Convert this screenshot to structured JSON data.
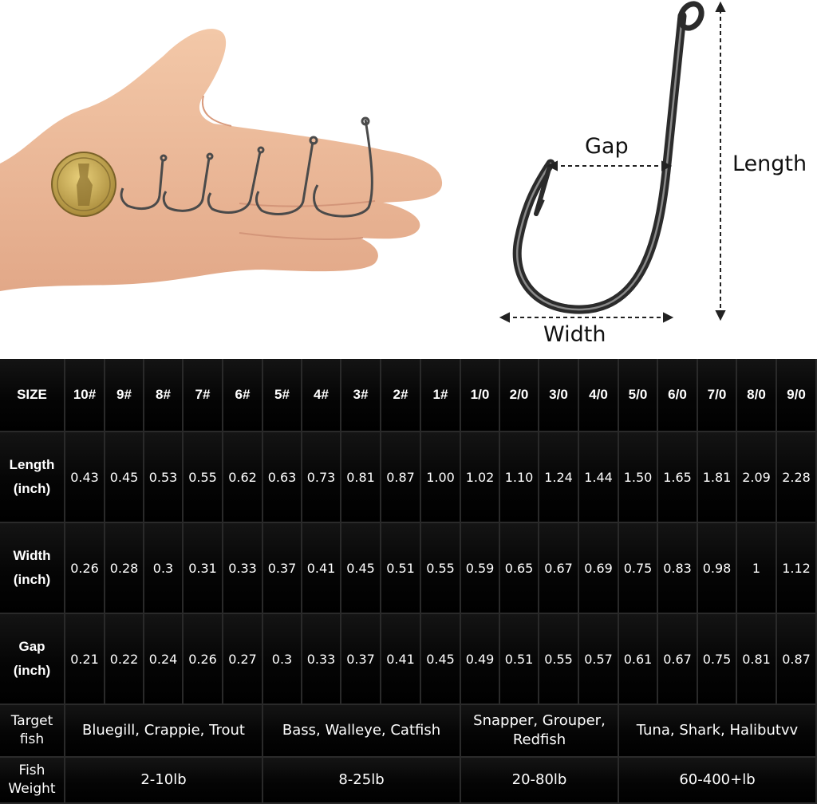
{
  "diagram": {
    "gap_label": "Gap",
    "length_label": "Length",
    "width_label": "Width"
  },
  "table": {
    "size_header": "SIZE",
    "sizes": [
      "10#",
      "9#",
      "8#",
      "7#",
      "6#",
      "5#",
      "4#",
      "3#",
      "2#",
      "1#",
      "1/0",
      "2/0",
      "3/0",
      "4/0",
      "5/0",
      "6/0",
      "7/0",
      "8/0",
      "9/0"
    ],
    "rows": [
      {
        "label1": "Length",
        "label2": "(inch)",
        "values": [
          "0.43",
          "0.45",
          "0.53",
          "0.55",
          "0.62",
          "0.63",
          "0.73",
          "0.81",
          "0.87",
          "1.00",
          "1.02",
          "1.10",
          "1.24",
          "1.44",
          "1.50",
          "1.65",
          "1.81",
          "2.09",
          "2.28"
        ]
      },
      {
        "label1": "Width",
        "label2": "(inch)",
        "values": [
          "0.26",
          "0.28",
          "0.3",
          "0.31",
          "0.33",
          "0.37",
          "0.41",
          "0.45",
          "0.51",
          "0.55",
          "0.59",
          "0.65",
          "0.67",
          "0.69",
          "0.75",
          "0.83",
          "0.98",
          "1",
          "1.12"
        ]
      },
      {
        "label1": "Gap",
        "label2": "(inch)",
        "values": [
          "0.21",
          "0.22",
          "0.24",
          "0.26",
          "0.27",
          "0.3",
          "0.33",
          "0.37",
          "0.41",
          "0.45",
          "0.49",
          "0.51",
          "0.55",
          "0.57",
          "0.61",
          "0.67",
          "0.75",
          "0.81",
          "0.87"
        ]
      }
    ],
    "target_fish": {
      "label1": "Target",
      "label2": "fish",
      "groups": [
        {
          "line1": "Bluegill, Crappie, Trout",
          "line2": ""
        },
        {
          "line1": "Bass, Walleye, Catfish",
          "line2": ""
        },
        {
          "line1": "Snapper, Grouper,",
          "line2": "Redfish"
        },
        {
          "line1": "Tuna, Shark, Halibutvv",
          "line2": ""
        }
      ]
    },
    "fish_weight": {
      "label1": "Fish",
      "label2": "Weight",
      "groups": [
        "2-10lb",
        "8-25lb",
        "20-80lb",
        "60-400+lb"
      ]
    }
  }
}
